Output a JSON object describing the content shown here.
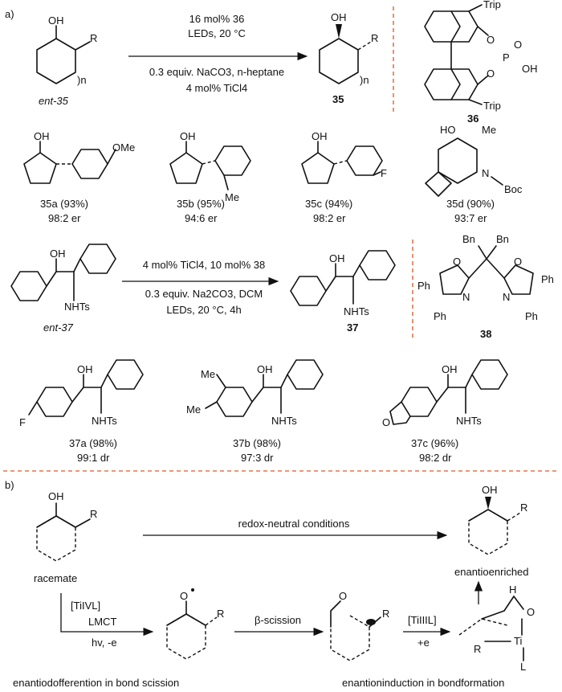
{
  "panels": {
    "a": "a)",
    "b": "b)"
  },
  "scheme1": {
    "sm_label": "ent-35",
    "product_label": "35",
    "cond": [
      "16 mol% 36",
      "LEDs, 20 °C",
      "0.3 equiv. NaCO3, n-heptane",
      "4 mol% TiCl4"
    ],
    "sub_R": "R",
    "sub_OH": "OH",
    "sub_n": ")n",
    "catalyst": {
      "label": "36",
      "trip1": "Trip",
      "trip2": "Trip",
      "oh": "OH",
      "o1": "O",
      "o2": "O",
      "p": "P",
      "o3": "O"
    }
  },
  "row1": [
    {
      "label": "35a (93%)",
      "er": "98:2 er",
      "sub": "OMe"
    },
    {
      "label": "35b (95%)",
      "er": "94:6 er",
      "sub": "Me"
    },
    {
      "label": "35c (94%)",
      "er": "98:2 er",
      "sub": "F"
    },
    {
      "label": "35d (90%)",
      "er": "93:7 er",
      "ho": "HO",
      "me": "Me",
      "n": "N",
      "boc": "Boc"
    }
  ],
  "scheme2": {
    "sm_label": "ent-37",
    "product_label": "37",
    "cond": [
      "4 mol% TiCl4, 10 mol% 38",
      "0.3 equiv. Na2CO3, DCM",
      "LEDs, 20 °C, 4h"
    ],
    "nhts": "NHTs",
    "oh": "OH",
    "ligand": {
      "label": "38",
      "bn1": "Bn",
      "bn2": "Bn",
      "ph": [
        "Ph",
        "Ph",
        "Ph",
        "Ph"
      ],
      "o": "O",
      "n": "N"
    }
  },
  "row2": [
    {
      "label": "37a (98%)",
      "dr": "99:1 dr",
      "sub": "F"
    },
    {
      "label": "37b (98%)",
      "dr": "97:3 dr",
      "sub1": "Me",
      "sub2": "Me"
    },
    {
      "label": "37c (96%)",
      "dr": "98:2 dr",
      "sub": "O"
    }
  ],
  "partb": {
    "racemate": "racemate",
    "enantioenriched": "enantioenriched",
    "redox": "redox-neutral conditions",
    "ti4": "[TiIVL]",
    "lmct": "LMCT",
    "hv": "hv, -e",
    "beta": "β-scission",
    "ti3": "[TiIIIL]",
    "plus_e": "+e",
    "left_caption": "enantiodofferention in bond scission",
    "right_caption": "enantioninduction in bondformation",
    "R": "R",
    "OH": "OH",
    "O": "O",
    "H": "H",
    "Ti": "Ti",
    "L": "L"
  }
}
